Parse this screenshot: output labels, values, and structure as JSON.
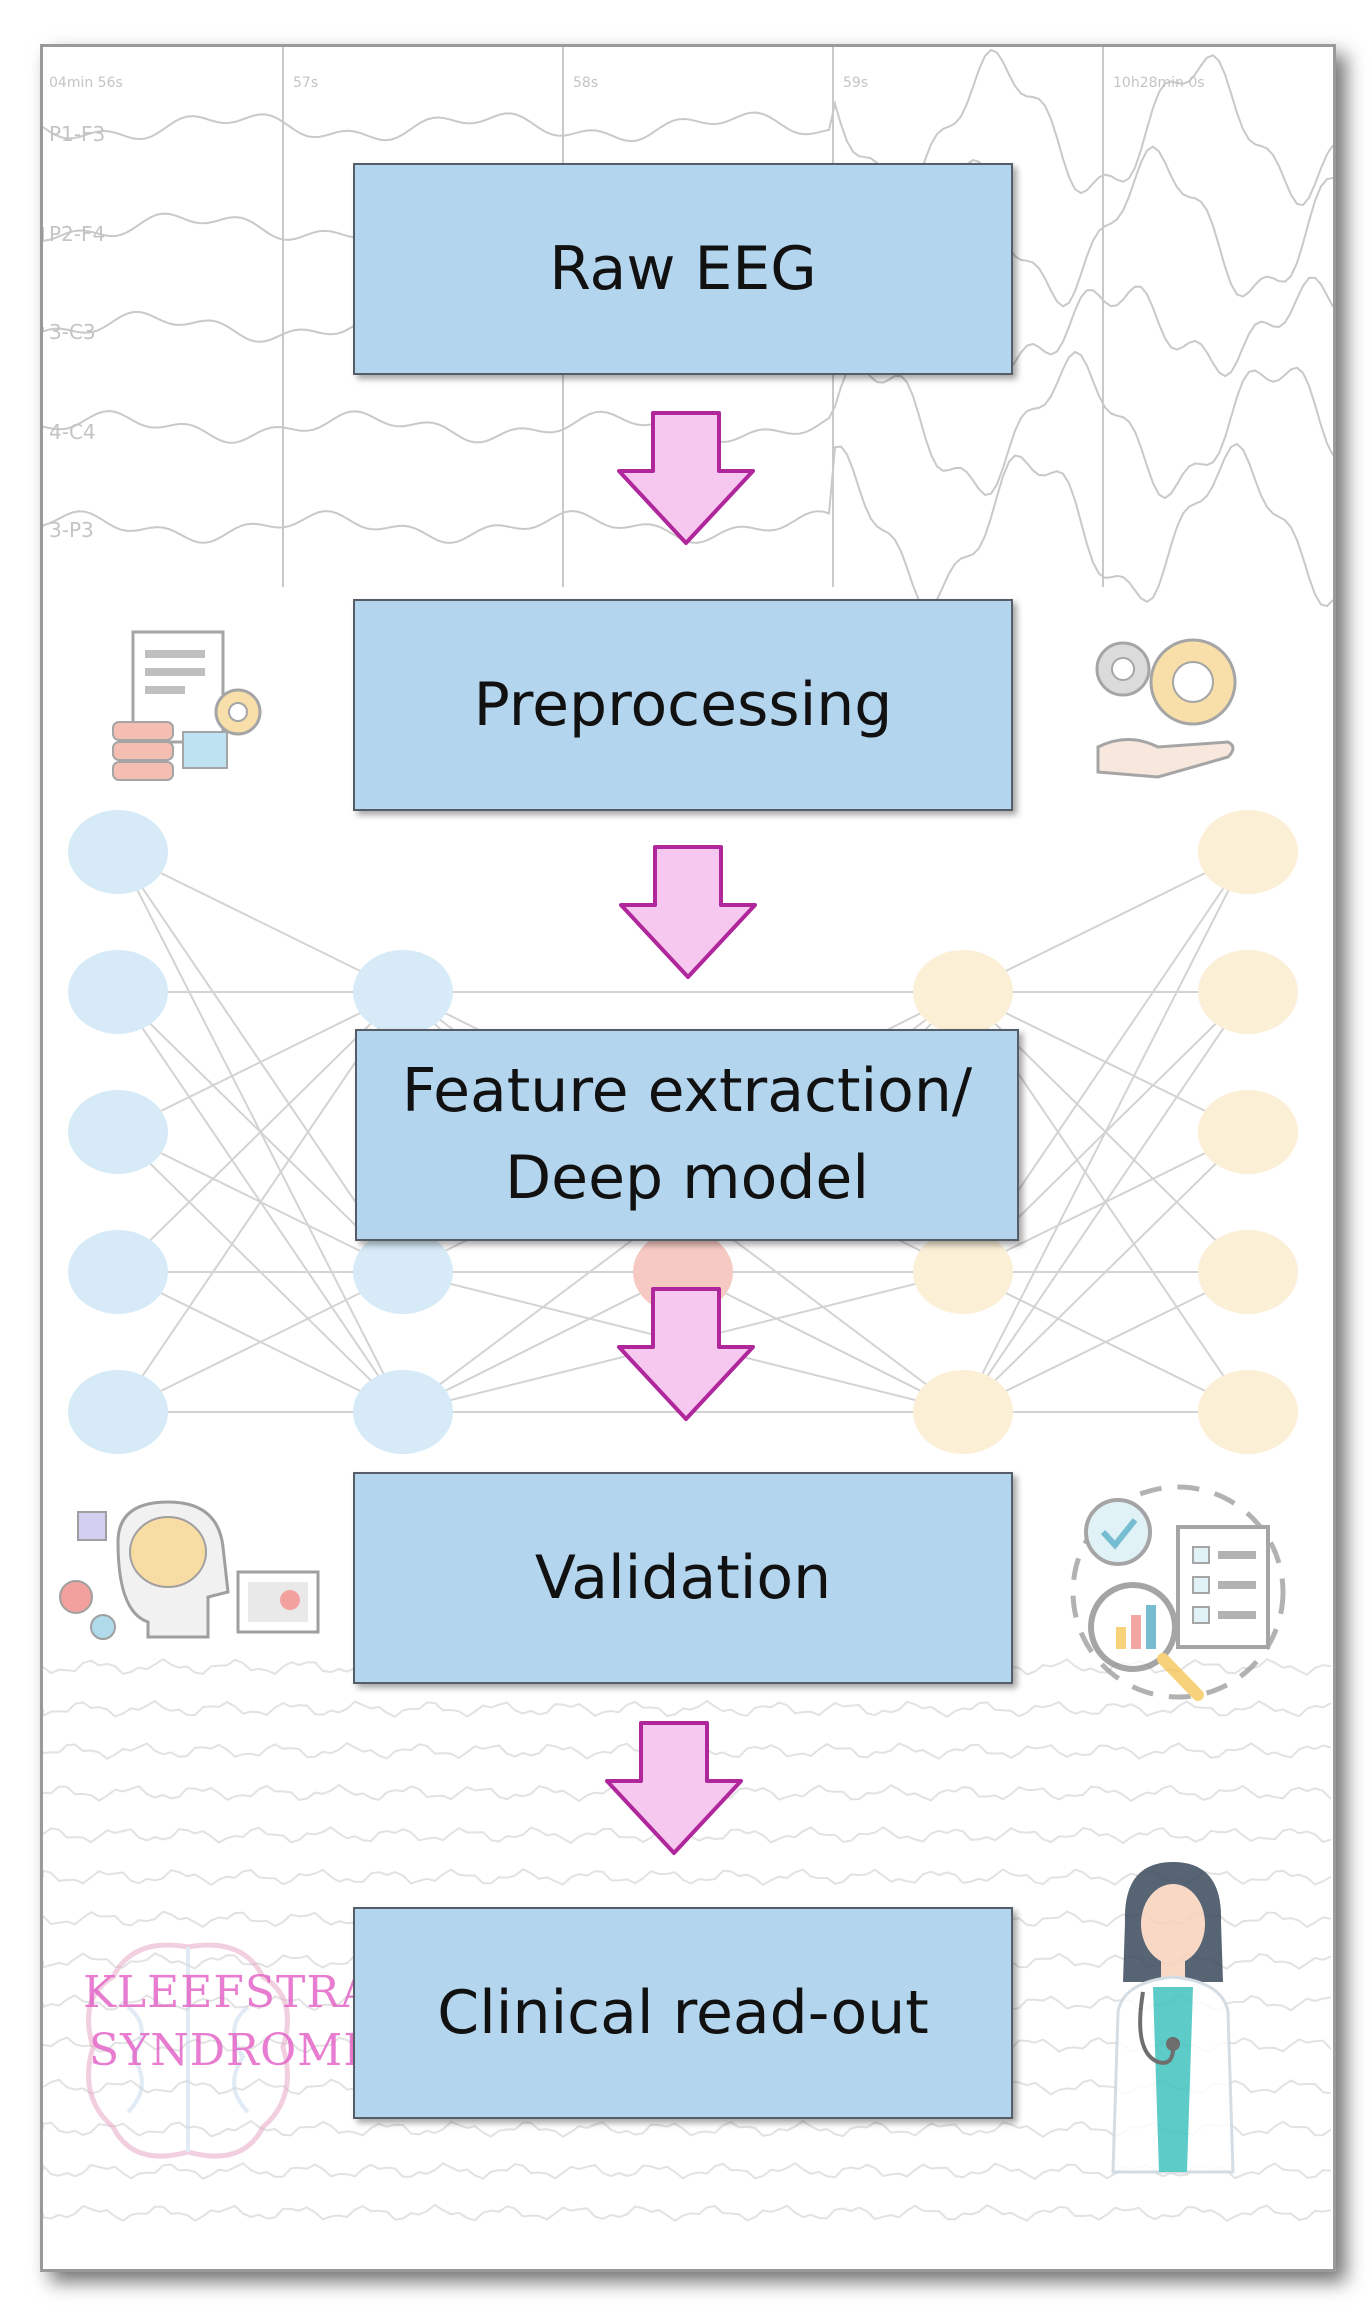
{
  "stages": [
    {
      "label": "Raw EEG"
    },
    {
      "label": "Preprocessing"
    },
    {
      "label": "Feature extraction/ Deep model"
    },
    {
      "label": "Validation"
    },
    {
      "label": "Clinical read-out"
    }
  ],
  "eeg_channels": [
    "P1-F3",
    "P2-F4",
    "3-C3",
    "4-C4",
    "3-P3"
  ],
  "eeg_timestamps": [
    "04min 56s",
    "57s",
    "58s",
    "59s",
    "10h28min 0s"
  ],
  "syndrome_label": {
    "line1": "KLEEFSTRA",
    "line2": "SYNDROME"
  },
  "colors": {
    "stage_fill": "#b4d5ee",
    "stage_border": "#555e66",
    "arrow_fill": "#f6c8f0",
    "arrow_stroke": "#b0279c",
    "input_nodes": "#d6ebf7",
    "hidden_node_red": "#f7c9c3",
    "output_nodes": "#fbefd6"
  },
  "icons": [
    "documents-gear-icon",
    "gears-hand-icon",
    "ai-brain-icon",
    "checklist-magnifier-icon",
    "brain-outline-icon",
    "doctor-icon"
  ]
}
